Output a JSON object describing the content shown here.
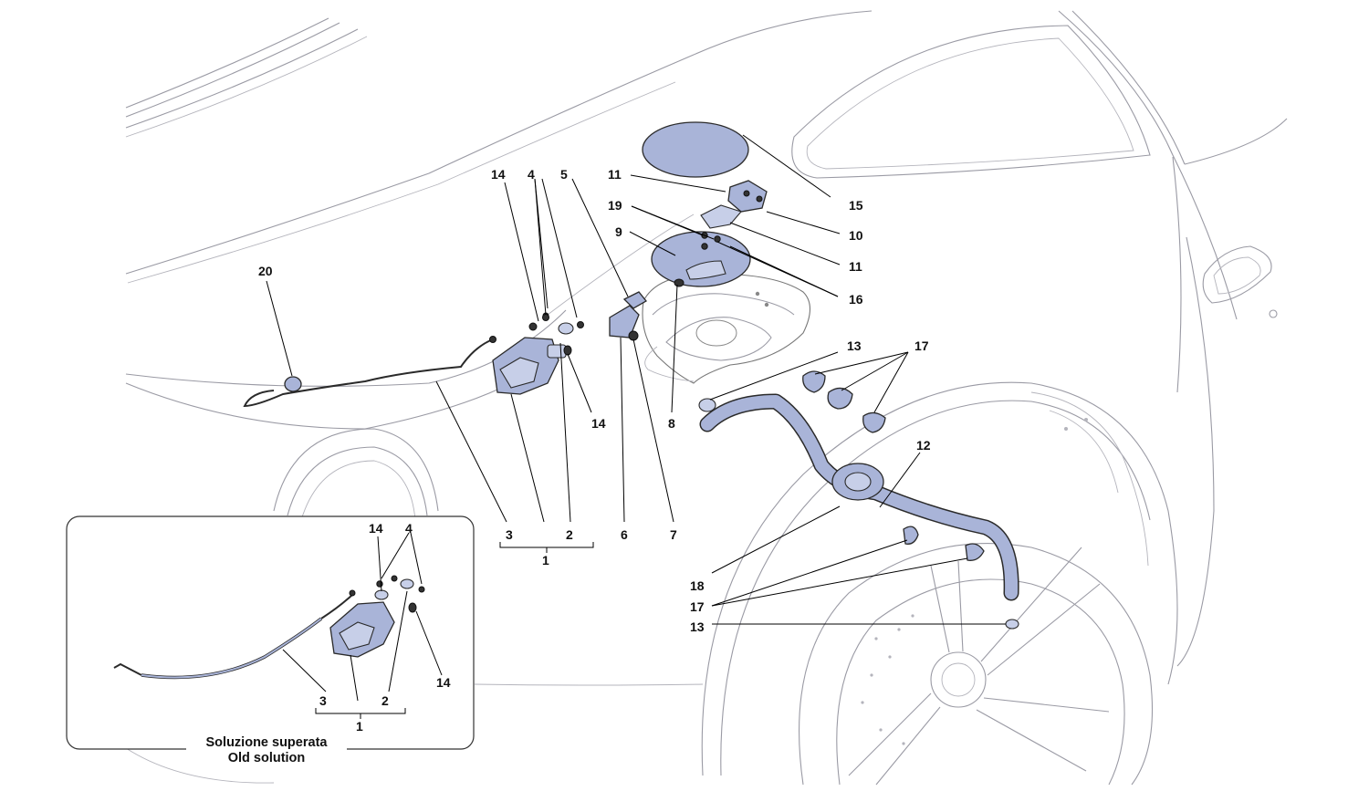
{
  "labels": {
    "l1": "1",
    "l2": "2",
    "l3": "3",
    "l4": "4",
    "l5": "5",
    "l6": "6",
    "l7": "7",
    "l8": "8",
    "l9": "9",
    "l10": "10",
    "l11": "11",
    "l12": "12",
    "l13": "13",
    "l14": "14",
    "l15": "15",
    "l16": "16",
    "l17": "17",
    "l18": "18",
    "l19": "19",
    "l20": "20"
  },
  "inset": {
    "caption_it": "Soluzione superata",
    "caption_en": "Old solution"
  },
  "colors": {
    "part_fill": "#a9b4d8",
    "outline": "#9a9aa4",
    "callout_text": "#111111"
  }
}
